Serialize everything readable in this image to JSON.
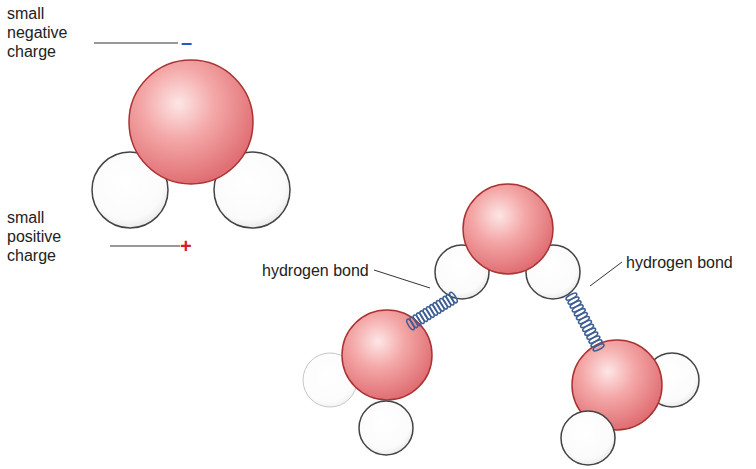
{
  "diagram": {
    "labels": [
      "small negative charge",
      "–",
      "small positive charge",
      "+",
      "hydrogen bond",
      "hydrogen bond"
    ]
  }
}
